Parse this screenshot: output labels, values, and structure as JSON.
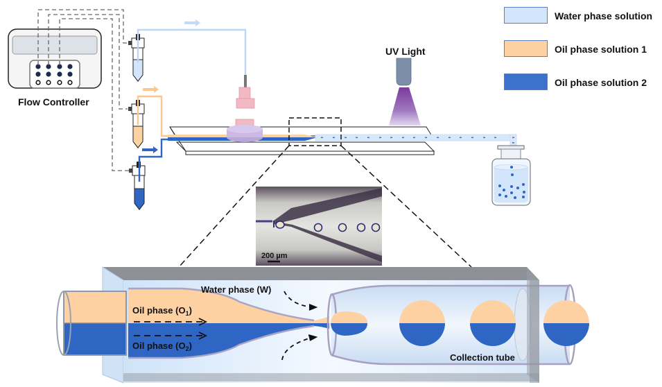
{
  "legend": {
    "items": [
      {
        "label": "Water phase solution",
        "color": "#d3e5fb"
      },
      {
        "label": "Oil phase solution 1",
        "color": "#fdd1a2"
      },
      {
        "label": "Oil phase solution 2",
        "color": "#3c72cc"
      }
    ]
  },
  "labels": {
    "flow_controller": "Flow Controller",
    "uv_light": "UV Light",
    "scale_bar": "200 µm",
    "water_phase": "Water phase (W)",
    "oil_phase_1": "Oil phase (O",
    "oil_phase_1_sub": "1",
    "oil_phase_2": "Oil phase (O",
    "oil_phase_2_sub": "2",
    "close_paren": ")",
    "collection_tube": "Collection tube"
  },
  "colors": {
    "water": "#d3e5fb",
    "oil1": "#fdd1a2",
    "oil2": "#2f66c4",
    "uv": "#7b3c9e",
    "tube_gray": "#8a8f96"
  }
}
